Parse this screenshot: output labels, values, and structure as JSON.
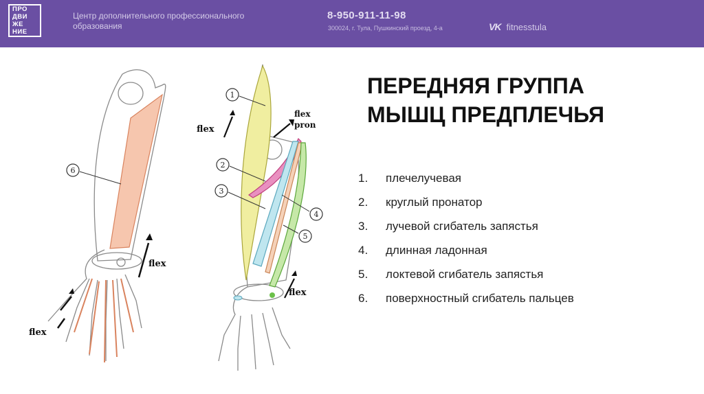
{
  "header": {
    "logo_lines": [
      "ПРО",
      "ДВИ",
      "ЖЕ",
      "НИЕ"
    ],
    "org_name": "Центр дополнительного профессионального образования",
    "phone": "8-950-911-11-98",
    "address": "300024, г. Тула, Пушкинский проезд, 4-а",
    "social_icon": "vk-icon",
    "social_icon_text": "VK",
    "social_name": "fitnesstula",
    "bg_color": "#6a4fa3"
  },
  "figure": {
    "labels": {
      "m1": "1",
      "m2": "2",
      "m3": "3",
      "m4": "4",
      "m5": "5",
      "m6": "6"
    },
    "arrow_flex": "flex",
    "arrow_flex_pron_1": "flex",
    "arrow_flex_pron_2": "pron"
  },
  "slide": {
    "title_line1": "ПЕРЕДНЯЯ ГРУППА",
    "title_line2": "МЫШЦ ПРЕДПЛЕЧЬЯ",
    "items": [
      {
        "num": "1.",
        "text": "плечелучевая"
      },
      {
        "num": "2.",
        "text": "круглый пронатор"
      },
      {
        "num": "3.",
        "text": "лучевой сгибатель запястья"
      },
      {
        "num": "4.",
        "text": "длинная ладонная"
      },
      {
        "num": "5.",
        "text": "локтевой сгибатель запястья"
      },
      {
        "num": "6.",
        "text": "поверхностный сгибатель пальцев"
      }
    ]
  }
}
